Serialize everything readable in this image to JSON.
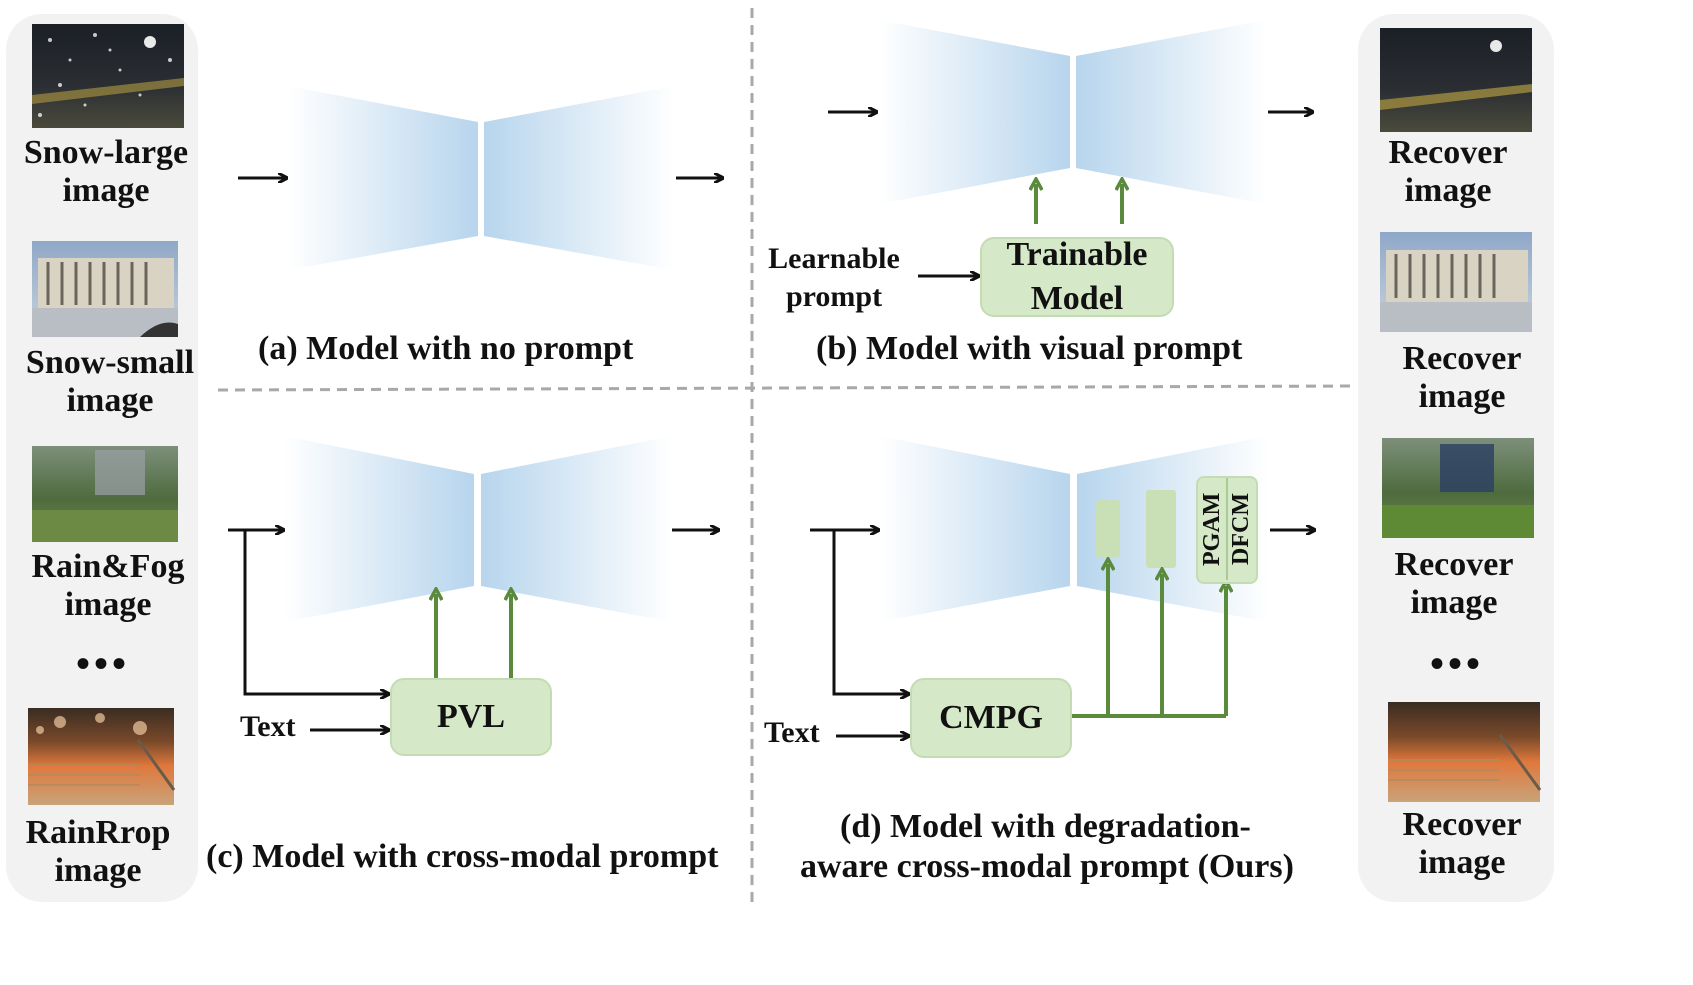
{
  "colors": {
    "side_panel": "#f2f2f2",
    "encoder_blue": "#b9d7ee",
    "prompt_green": "#d5e8c8",
    "green_arrow": "#5a8a3c",
    "divider": "#a8a8a8"
  },
  "left_column": {
    "items": [
      {
        "label": "Snow-large image",
        "thumb": "night-snow-scene"
      },
      {
        "label": "Snow-small image",
        "thumb": "building-snow-scene"
      },
      {
        "label": "Rain&Fog image",
        "thumb": "rainy-tree-scene"
      },
      {
        "label": "RainRrop image",
        "thumb": "stairs-raindrop-scene"
      }
    ],
    "ellipsis": "•••"
  },
  "right_column": {
    "items": [
      {
        "label": "Recover image"
      },
      {
        "label": "Recover image"
      },
      {
        "label": "Recover image"
      },
      {
        "label": "Recover image"
      }
    ],
    "ellipsis": "•••"
  },
  "panels": {
    "a": {
      "caption": "(a) Model with no prompt"
    },
    "b": {
      "caption": "(b) Model with  visual prompt",
      "input_label": "Learnable prompt",
      "box_label": "Trainable Model"
    },
    "c": {
      "caption": "(c) Model with cross-modal prompt",
      "text_label": "Text",
      "box_label": "PVL"
    },
    "d": {
      "caption_line1": "(d) Model with degradation-",
      "caption_line2": "aware cross-modal prompt (Ours)",
      "text_label": "Text",
      "box_label": "CMPG",
      "module1": "PGAM",
      "module2": "DFCM"
    }
  }
}
